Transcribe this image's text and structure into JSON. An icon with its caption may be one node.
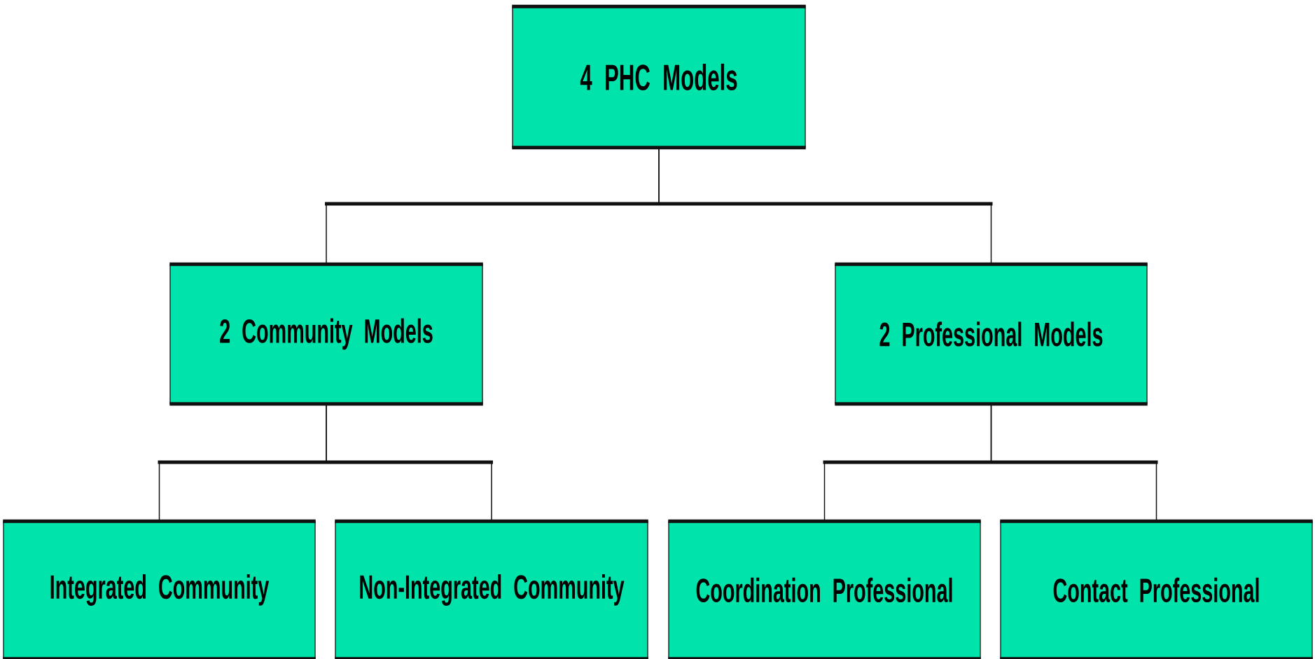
{
  "diagram": {
    "nodes": [
      {
        "text": [
          "4 PHC Models"
        ]
      },
      {
        "text": [
          "2 Community Models"
        ]
      },
      {
        "text": [
          "2 Professional Models"
        ]
      },
      {
        "text": [
          "Integrated Community"
        ]
      },
      {
        "text": [
          "Non-Integrated Community"
        ]
      },
      {
        "text": [
          "Coordination Professional"
        ]
      },
      {
        "text": [
          "Contact Professional"
        ]
      }
    ],
    "edges": [
      {
        "from": 0,
        "to": 1,
        "arrow": "none"
      },
      {
        "from": 0,
        "to": 2,
        "arrow": "none"
      },
      {
        "from": 1,
        "to": 3,
        "arrow": "none"
      },
      {
        "from": 1,
        "to": 4,
        "arrow": "none"
      },
      {
        "from": 2,
        "to": 5,
        "arrow": "none"
      },
      {
        "from": 2,
        "to": 6,
        "arrow": "none"
      }
    ]
  }
}
